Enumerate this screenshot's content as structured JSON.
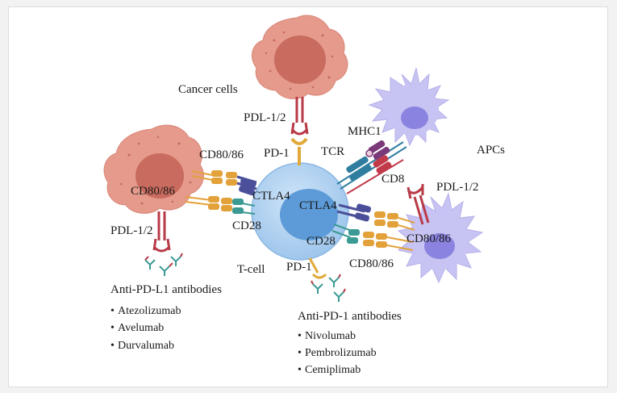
{
  "cells": {
    "cancer": "Cancer cells",
    "apcs": "APCs",
    "tcell": "T-cell"
  },
  "molecules": {
    "pdl_top": "PDL-1/2",
    "pdl_left": "PDL-1/2",
    "pdl_right": "PDL-1/2",
    "pd1_top": "PD-1",
    "pd1_bottom": "PD-1",
    "mhc1": "MHC1",
    "tcr": "TCR",
    "cd8": "CD8",
    "cd80_86_left_top": "CD80/86",
    "cd80_86_left_bottom": "CD80/86",
    "cd80_86_right_top": "CD80/86",
    "cd80_86_right_bottom": "CD80/86",
    "ctla4_left": "CTLA4",
    "ctla4_right": "CTLA4",
    "cd28_left": "CD28",
    "cd28_right": "CD28"
  },
  "drug_groups": {
    "pdl1": {
      "title": "Anti-PD-L1 antibodies",
      "drugs": [
        "Atezolizumab",
        "Avelumab",
        "Durvalumab"
      ]
    },
    "pd1": {
      "title": "Anti-PD-1 antibodies",
      "drugs": [
        "Nivolumab",
        "Pembrolizumab",
        "Cemiplimab"
      ]
    }
  },
  "colors": {
    "cancer_cell": "#e59a8c",
    "cancer_nucleus": "#c96b5e",
    "tcell": "#a9cdef",
    "tcell_nucleus": "#5d9bd8",
    "apc": "#c7c3f2",
    "apc_nucleus": "#8a83df",
    "pdl": "#b83a47",
    "pd1": "#e0a93a",
    "cd80": "#e3a13a",
    "ctla4": "#4b4f9a",
    "cd28": "#3c9a94",
    "tcr": "#2f7ea0",
    "mhc1": "#7a3a7a",
    "cd8": "#c23a4a"
  }
}
